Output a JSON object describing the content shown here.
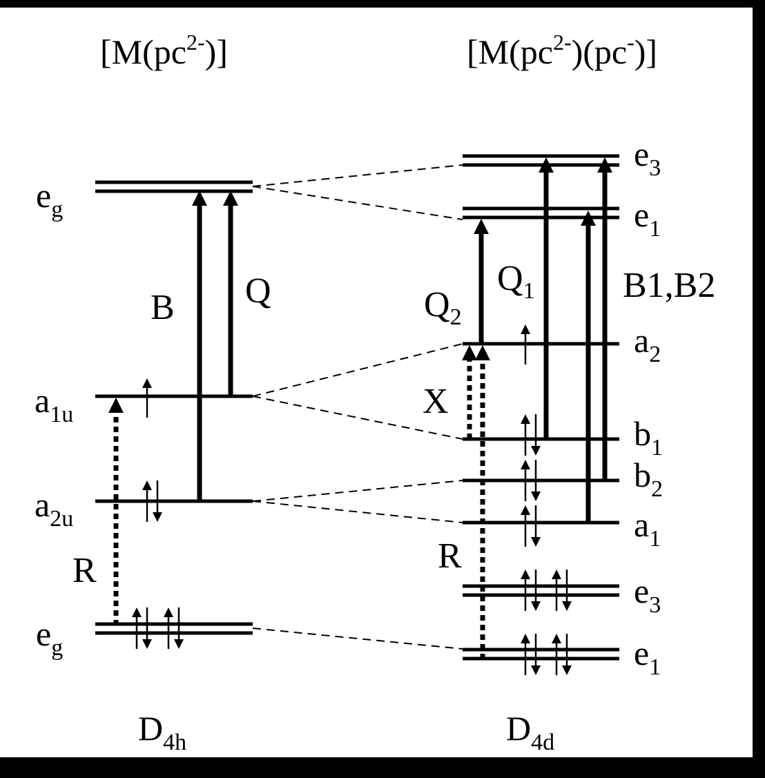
{
  "figure": {
    "background_color": "#ffffff",
    "frame_color": "#000000",
    "left_panel": {
      "title": {
        "base": "[M(pc",
        "sup": "2-",
        "tail": ")]"
      },
      "symmetry": {
        "base": "D",
        "sub": "4h"
      },
      "levels": [
        {
          "id": "eg_top",
          "label": "e",
          "sub": "g",
          "degenerate": true,
          "electrons": ""
        },
        {
          "id": "a1u",
          "label": "a",
          "sub": "1u",
          "degenerate": false,
          "electrons": "up"
        },
        {
          "id": "a2u",
          "label": "a",
          "sub": "2u",
          "degenerate": false,
          "electrons": "pair"
        },
        {
          "id": "eg_bottom",
          "label": "e",
          "sub": "g",
          "degenerate": true,
          "electrons": "pair,pair"
        }
      ],
      "transitions": [
        {
          "label": "B",
          "sub": "",
          "from": "a2u",
          "to": "eg_top",
          "style": "solid"
        },
        {
          "label": "Q",
          "sub": "",
          "from": "a1u",
          "to": "eg_top",
          "style": "solid"
        },
        {
          "label": "R",
          "sub": "",
          "from": "eg_bottom",
          "to": "a1u",
          "style": "dotted"
        }
      ]
    },
    "right_panel": {
      "title": {
        "base": "[M(pc",
        "sup": "2-",
        "mid": ")(pc",
        "sup2": "-",
        "tail": ")]"
      },
      "symmetry": {
        "base": "D",
        "sub": "4d"
      },
      "levels": [
        {
          "id": "e3_top",
          "label": "e",
          "sub": "3",
          "degenerate": true,
          "electrons": ""
        },
        {
          "id": "e1_top",
          "label": "e",
          "sub": "1",
          "degenerate": true,
          "electrons": ""
        },
        {
          "id": "a2",
          "label": "a",
          "sub": "2",
          "degenerate": false,
          "electrons": "up"
        },
        {
          "id": "b1",
          "label": "b",
          "sub": "1",
          "degenerate": false,
          "electrons": "pair"
        },
        {
          "id": "b2",
          "label": "b",
          "sub": "2",
          "degenerate": false,
          "electrons": "pair"
        },
        {
          "id": "a1",
          "label": "a",
          "sub": "1",
          "degenerate": false,
          "electrons": "pair"
        },
        {
          "id": "e3_bottom",
          "label": "e",
          "sub": "3",
          "degenerate": true,
          "electrons": "pair,pair"
        },
        {
          "id": "e1_bottom",
          "label": "e",
          "sub": "1",
          "degenerate": true,
          "electrons": "pair,pair"
        }
      ],
      "transitions": [
        {
          "label": "Q",
          "sub": "2",
          "from": "a2",
          "to": "e1_top",
          "style": "solid"
        },
        {
          "label": "Q",
          "sub": "1",
          "from": "b1",
          "to": "e3_top",
          "style": "solid"
        },
        {
          "label": "B1,B2",
          "sub": "",
          "from": "a1,b2",
          "to": "e1_top,e3_top",
          "style": "solid"
        },
        {
          "label": "X",
          "sub": "",
          "from": "b1",
          "to": "a2",
          "style": "dotted"
        },
        {
          "label": "R",
          "sub": "",
          "from": "e1_bottom",
          "to": "a2",
          "style": "dotted"
        }
      ]
    },
    "correlations": [
      [
        "eg_top",
        "e3_top"
      ],
      [
        "eg_top",
        "e1_top"
      ],
      [
        "a1u",
        "a2"
      ],
      [
        "a1u",
        "b1"
      ],
      [
        "a2u",
        "b2"
      ],
      [
        "a2u",
        "a1"
      ],
      [
        "eg_bottom",
        "e1_bottom"
      ]
    ]
  }
}
